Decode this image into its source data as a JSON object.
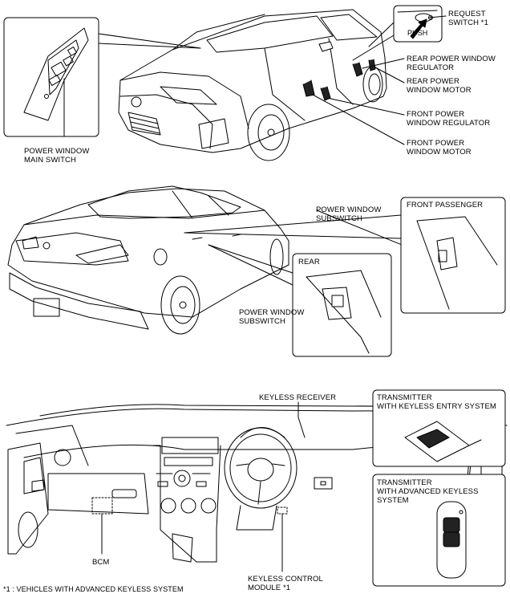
{
  "labels": {
    "request_switch": [
      "REQUEST",
      "SWITCH *1"
    ],
    "push": "PUSH",
    "rear_power_window_regulator": [
      "REAR POWER WINDOW",
      "REGULATOR"
    ],
    "rear_power_window_motor": [
      "REAR POWER",
      "WINDOW MOTOR"
    ],
    "front_power_window_regulator": [
      "FRONT POWER",
      "WINDOW REGULATOR"
    ],
    "front_power_window_motor": [
      "FRONT POWER",
      "WINDOW MOTOR"
    ],
    "power_window_main_switch": [
      "POWER WINDOW",
      "MAIN SWITCH"
    ],
    "power_window_subswitch_top": [
      "POWER WINDOW",
      "SUBSWITCH"
    ],
    "front_passenger": "FRONT PASSENGER",
    "rear": "REAR",
    "power_window_subswitch_bottom": [
      "POWER WINDOW",
      "SUBSWITCH"
    ],
    "keyless_receiver": "KEYLESS RECEIVER",
    "transmitter_keyless_entry": [
      "TRANSMITTER",
      "WITH KEYLESS ENTRY SYSTEM"
    ],
    "transmitter_advanced_keyless": [
      "TRANSMITTER",
      "WITH ADVANCED KEYLESS",
      "SYSTEM"
    ],
    "bcm": "BCM",
    "keyless_control_module": [
      "KEYLESS CONTROL",
      "MODULE *1"
    ],
    "footnote": "*1 : VEHICLES WITH ADVANCED KEYLESS SYSTEM"
  }
}
